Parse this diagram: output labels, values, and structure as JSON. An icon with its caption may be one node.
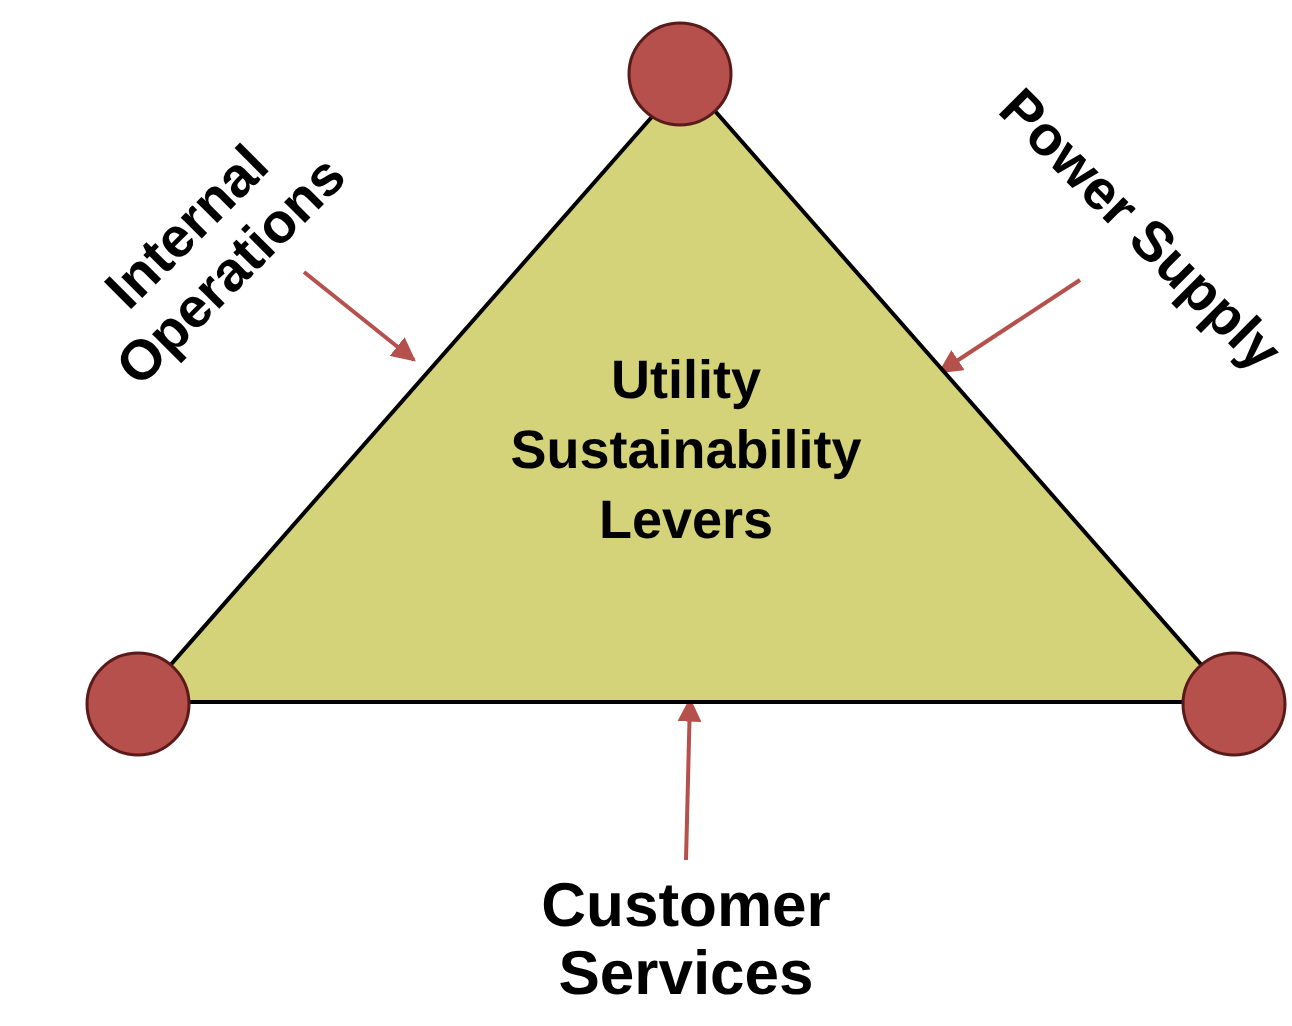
{
  "diagram": {
    "nodes": [
      {
        "text": [
          "Utility Sustainability Levers"
        ]
      },
      {
        "text": [],
        "shape": "circle"
      },
      {
        "text": [],
        "shape": "circle"
      },
      {
        "text": [],
        "shape": "circle"
      },
      {
        "text": [
          "Internal Operations"
        ]
      },
      {
        "text": [
          "Power Supply"
        ]
      },
      {
        "text": [
          "Customer Services"
        ]
      }
    ],
    "edges": [
      {
        "from": 4,
        "to": 0,
        "arrow": "to"
      },
      {
        "from": 5,
        "to": 0,
        "arrow": "to"
      },
      {
        "from": 6,
        "to": 0,
        "arrow": "to"
      }
    ]
  }
}
